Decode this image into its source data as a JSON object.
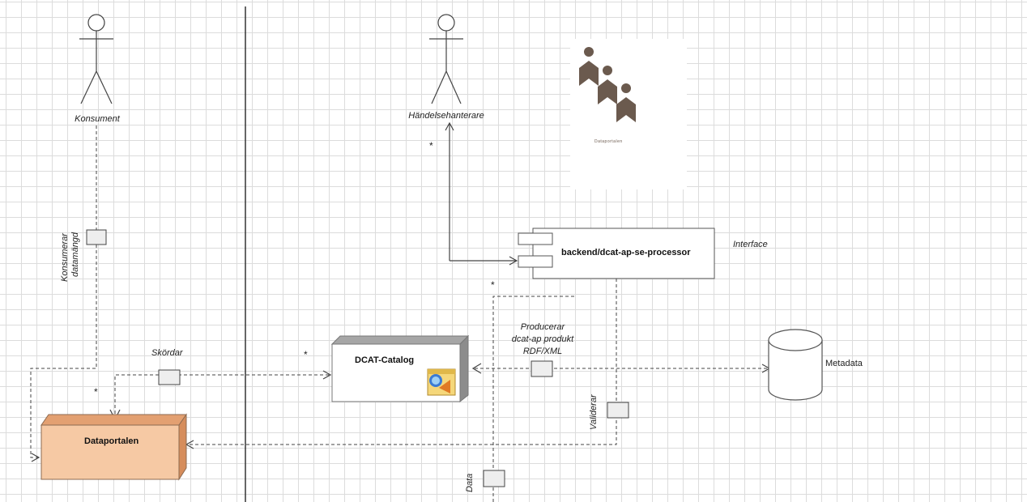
{
  "actors": {
    "consumer": "Konsument",
    "event_handler": "Händelsehanterare"
  },
  "components": {
    "processor": "backend/dcat-ap-se-processor",
    "catalog": "DCAT-Catalog",
    "portal": "Dataportalen",
    "metadata": "Metadata"
  },
  "labels": {
    "interface": "Interface",
    "consumes_line1": "Konsumerar",
    "consumes_line2": "datamängd",
    "harvests": "Skördar",
    "produces_line1": "Producerar",
    "produces_line2": "dcat-ap produkt",
    "produces_line3": "RDF/XML",
    "validates": "Validerar",
    "data": "Data"
  },
  "multiplicity": "*",
  "logo": {
    "caption": "Dataportalen",
    "color": "#6b5a4e"
  },
  "colors": {
    "portal_fill": "#f6c9a4",
    "portal_top": "#e3a071",
    "catalog_top": "#a6a6a6",
    "line": "#444444"
  }
}
